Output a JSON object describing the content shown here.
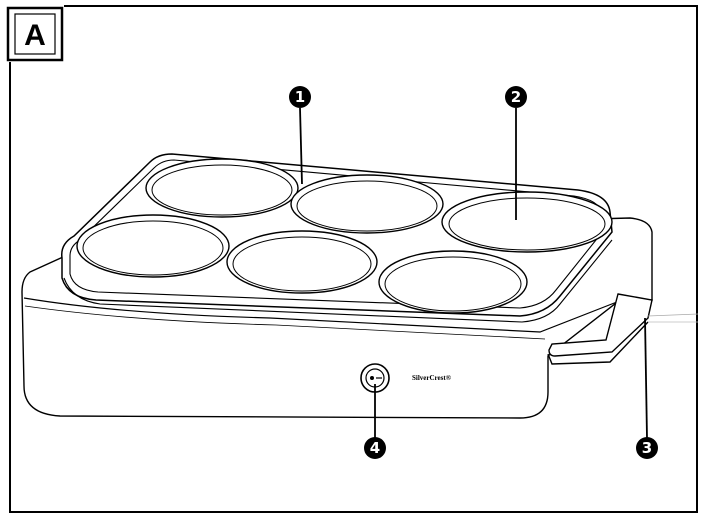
{
  "figure": {
    "panel_label": "A",
    "brand": "SilverCrest®",
    "callouts": [
      {
        "id": "1",
        "label": "1"
      },
      {
        "id": "2",
        "label": "2"
      },
      {
        "id": "3",
        "label": "3"
      },
      {
        "id": "4",
        "label": "4"
      }
    ]
  },
  "colors": {
    "stroke": "#000000",
    "background": "#ffffff"
  }
}
